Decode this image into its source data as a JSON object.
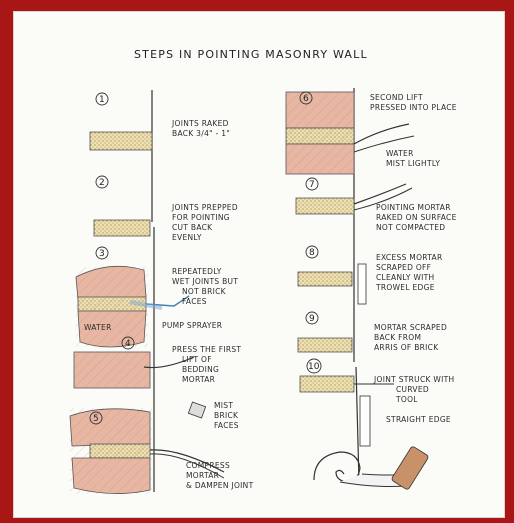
{
  "diagram": {
    "title": "STEPS IN POINTING MASONRY WALL",
    "steps": [
      {
        "num": "1",
        "lines": [
          "JOINTS RAKED",
          "BACK 3/4\" - 1\""
        ]
      },
      {
        "num": "2",
        "lines": [
          "JOINTS PREPPED",
          "FOR POINTING",
          "CUT BACK",
          "EVENLY"
        ]
      },
      {
        "num": "3",
        "lines": [
          "REPEATEDLY",
          "WET JOINTS BUT",
          "NOT BRICK",
          "FACES"
        ],
        "sub": "PUMP SPRAYER",
        "inner": "WATER"
      },
      {
        "num": "4",
        "lines": [
          "PRESS THE FIRST",
          "LIFT OF",
          "BEDDING",
          "MORTAR"
        ],
        "sub": [
          "MIST",
          "BRICK",
          "FACES"
        ]
      },
      {
        "num": "5",
        "lines": [
          "COMPRESS",
          "MORTAR",
          "& DAMPEN JOINT"
        ]
      },
      {
        "num": "6",
        "lines": [
          "SECOND LIFT",
          "PRESSED INTO PLACE"
        ],
        "sub": [
          "WATER",
          "MIST LIGHTLY"
        ]
      },
      {
        "num": "7",
        "lines": [
          "POINTING MORTAR",
          "RAKED ON SURFACE",
          "NOT COMPACTED"
        ]
      },
      {
        "num": "8",
        "lines": [
          "EXCESS MORTAR",
          "SCRAPED OFF",
          "CLEANLY WITH",
          "TROWEL EDGE"
        ]
      },
      {
        "num": "9",
        "lines": [
          "MORTAR SCRAPED",
          "BACK FROM",
          "ARRIS OF BRICK"
        ]
      },
      {
        "num": "10",
        "lines": [
          "JOINT STRUCK WITH",
          "CURVED",
          "TOOL"
        ],
        "sub": "STRAIGHT EDGE"
      }
    ]
  }
}
